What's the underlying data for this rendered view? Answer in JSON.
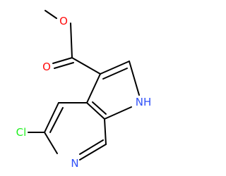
{
  "atoms": {
    "carbonyl_oxygen": {
      "symbol": "O",
      "color": "#ff0d0d"
    },
    "ester_oxygen": {
      "symbol": "O",
      "color": "#ff0d0d"
    },
    "pyrrole_nitrogen": {
      "symbol": "NH",
      "color": "#3050f8"
    },
    "pyridine_nitrogen": {
      "symbol": "N",
      "color": "#3050f8"
    },
    "chlorine": {
      "symbol": "Cl",
      "color": "#1ff01f"
    }
  },
  "bond_color": "#000000"
}
